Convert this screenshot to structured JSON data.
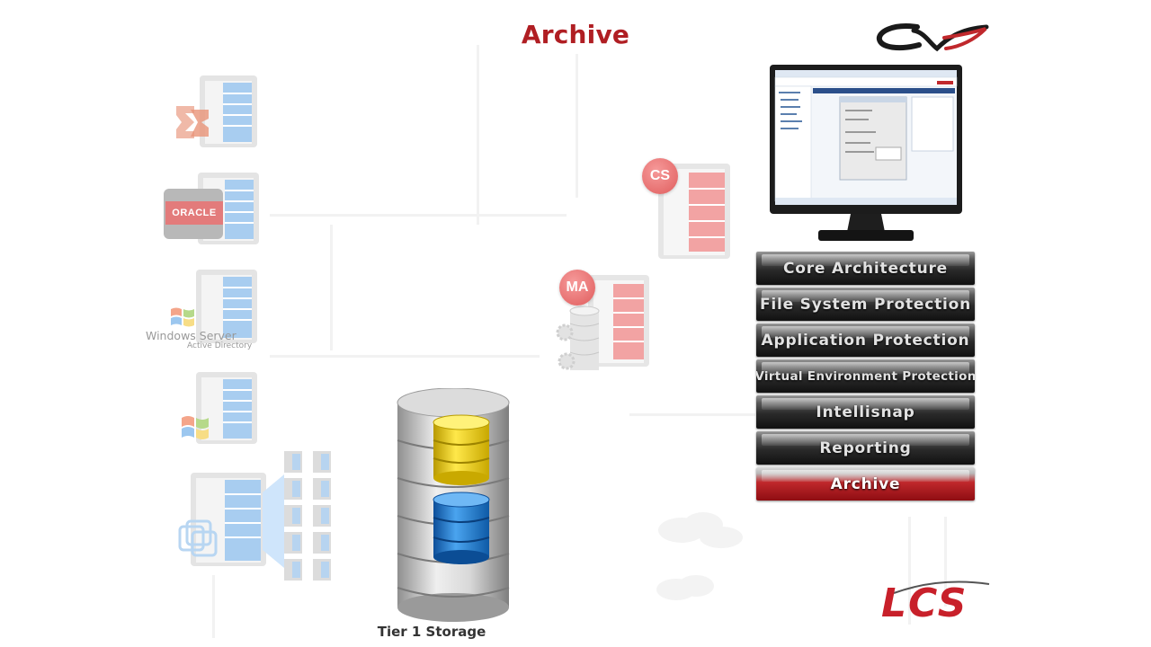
{
  "slide": {
    "title": "Archive"
  },
  "storage": {
    "caption": "Tier 1 Storage"
  },
  "badges": {
    "cs": "CS",
    "ma": "MA"
  },
  "clients": {
    "oracle_label": "ORACLE",
    "windows_server_label": "Windows Server",
    "active_directory_label": "Active Directory"
  },
  "menu": {
    "items": [
      {
        "label": "Core Architecture",
        "active": false
      },
      {
        "label": "File System Protection",
        "active": false
      },
      {
        "label": "Application Protection",
        "active": false
      },
      {
        "label": "Virtual Environment Protection",
        "active": false
      },
      {
        "label": "Intellisnap",
        "active": false
      },
      {
        "label": "Reporting",
        "active": false
      },
      {
        "label": "Archive",
        "active": true
      }
    ]
  },
  "logo": {
    "brand": "LCS"
  },
  "colors": {
    "accent": "#b01e23",
    "server_red": "#e06c6c",
    "server_blue": "#8fbbe6",
    "disk_yellow": "#f2d21a",
    "disk_blue": "#1e73c8"
  }
}
